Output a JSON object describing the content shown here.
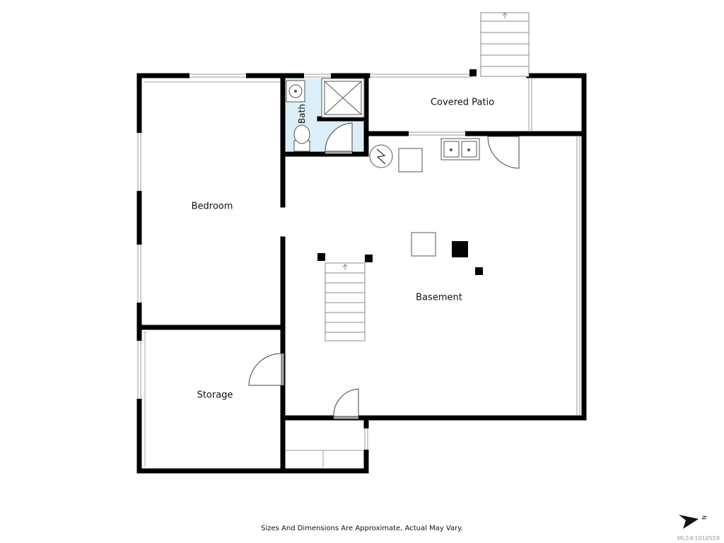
{
  "rooms": {
    "bedroom": "Bedroom",
    "bath": "Bath",
    "covered_patio": "Covered Patio",
    "basement": "Basement",
    "storage": "Storage"
  },
  "footer": {
    "disclaimer": "Sizes And Dimensions Are Approximate, Actual May Vary.",
    "mls": "MLS®1010559"
  },
  "compass": {
    "label": "N",
    "icon": "north-arrow-icon"
  },
  "colors": {
    "wall": "#000000",
    "bath_fill": "#dceef8",
    "fixture": "#555555"
  }
}
